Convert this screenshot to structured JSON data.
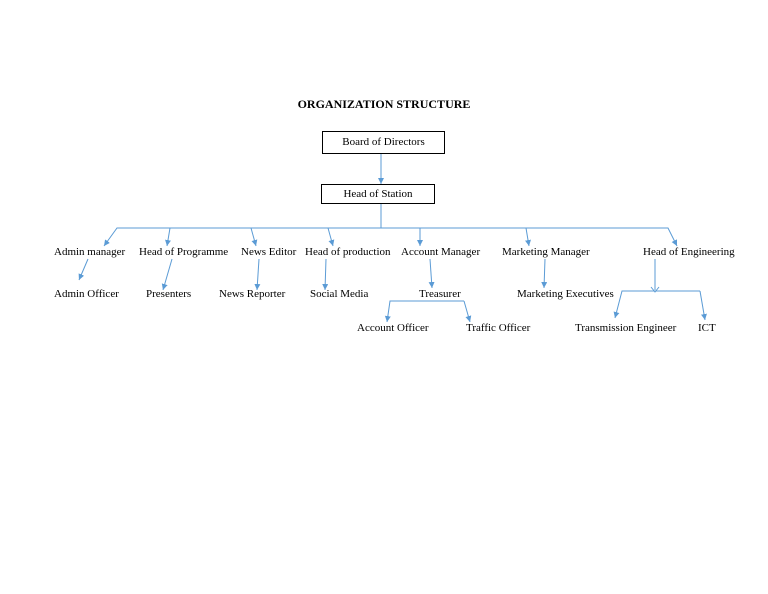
{
  "diagram": {
    "title": "ORGANIZATION STRUCTURE",
    "line_color": "#5b9bd5",
    "nodes": {
      "board": "Board of Directors",
      "station": "Head of Station",
      "admin_manager": "Admin manager",
      "head_programme": "Head of Programme",
      "news_editor": "News Editor",
      "head_production": "Head of production",
      "account_manager": "Account Manager",
      "marketing_manager": "Marketing Manager",
      "head_engineering": "Head of Engineering",
      "admin_officer": "Admin Officer",
      "presenters": "Presenters",
      "news_reporter": "News Reporter",
      "social_media": "Social Media",
      "treasurer": "Treasurer",
      "marketing_executives": "Marketing Executives",
      "account_officer": "Account Officer",
      "traffic_officer": "Traffic Officer",
      "transmission_engineer": "Transmission Engineer",
      "ict": "ICT"
    },
    "edges": [
      [
        "board",
        "station"
      ],
      [
        "station",
        "admin_manager"
      ],
      [
        "station",
        "head_programme"
      ],
      [
        "station",
        "news_editor"
      ],
      [
        "station",
        "head_production"
      ],
      [
        "station",
        "account_manager"
      ],
      [
        "station",
        "marketing_manager"
      ],
      [
        "station",
        "head_engineering"
      ],
      [
        "admin_manager",
        "admin_officer"
      ],
      [
        "head_programme",
        "presenters"
      ],
      [
        "news_editor",
        "news_reporter"
      ],
      [
        "head_production",
        "social_media"
      ],
      [
        "account_manager",
        "treasurer"
      ],
      [
        "marketing_manager",
        "marketing_executives"
      ],
      [
        "treasurer",
        "account_officer"
      ],
      [
        "treasurer",
        "traffic_officer"
      ],
      [
        "head_engineering",
        "transmission_engineer"
      ],
      [
        "head_engineering",
        "ict"
      ]
    ]
  }
}
